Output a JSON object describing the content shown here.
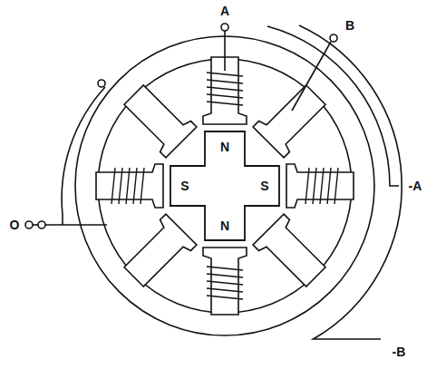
{
  "diagram": {
    "labels": [
      "A",
      "B",
      "N",
      "S",
      "S",
      "-A",
      "O",
      "N",
      "-B"
    ]
  }
}
